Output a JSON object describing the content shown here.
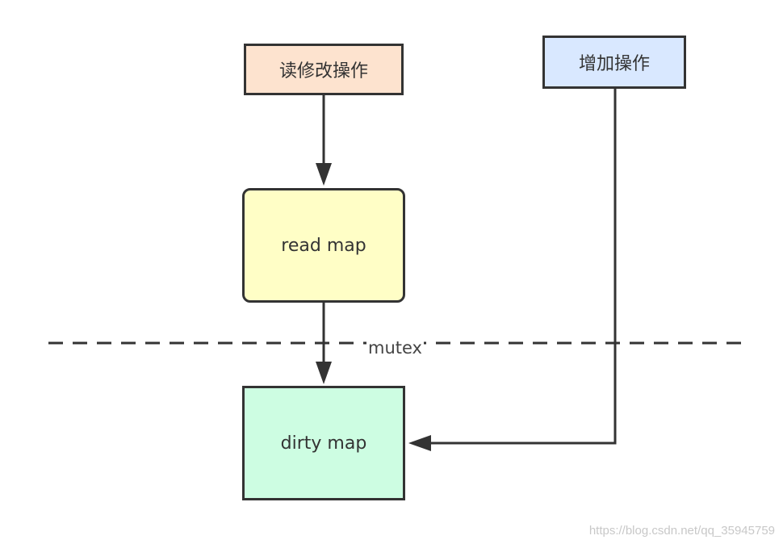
{
  "nodes": {
    "read_modify": {
      "label": "读修改操作",
      "color": "#fde3cf"
    },
    "add": {
      "label": "增加操作",
      "color": "#d9e8ff"
    },
    "read_map": {
      "label": "read map",
      "color": "#fffec6"
    },
    "dirty_map": {
      "label": "dirty map",
      "color": "#cdfde2"
    }
  },
  "divider": {
    "label": "mutex"
  },
  "edges": [
    {
      "from": "read_modify",
      "to": "read_map"
    },
    {
      "from": "read_map",
      "to": "dirty_map"
    },
    {
      "from": "add",
      "to": "dirty_map"
    }
  ],
  "watermark": "https://blog.csdn.net/qq_35945759",
  "colors": {
    "stroke": "#333333"
  }
}
